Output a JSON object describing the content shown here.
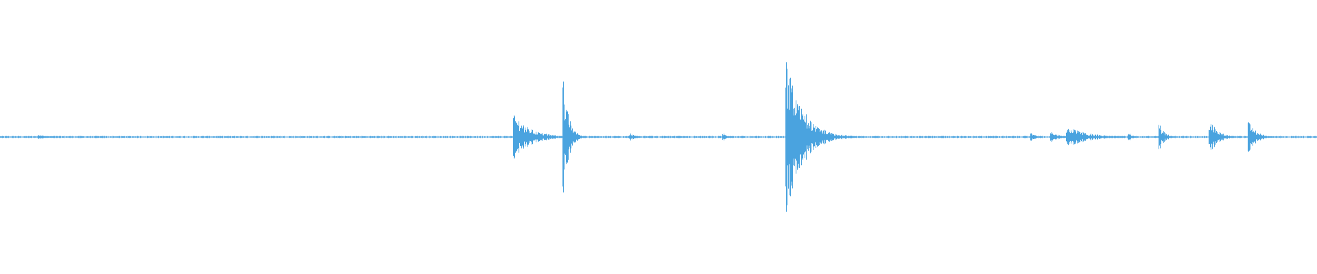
{
  "waveform": {
    "color": "#4aa3df",
    "baseline_amplitude": 0.006,
    "bursts": [
      {
        "t": 0.029,
        "peak": 0.02,
        "decay": 0.006
      },
      {
        "t": 0.39,
        "peak": 0.18,
        "decay": 0.012
      },
      {
        "t": 0.4275,
        "peak": 0.44,
        "decay": 0.004
      },
      {
        "t": 0.478,
        "peak": 0.03,
        "decay": 0.004
      },
      {
        "t": 0.549,
        "peak": 0.03,
        "decay": 0.003
      },
      {
        "t": 0.597,
        "peak": 0.58,
        "decay": 0.012
      },
      {
        "t": 0.783,
        "peak": 0.03,
        "decay": 0.004
      },
      {
        "t": 0.798,
        "peak": 0.06,
        "decay": 0.004
      },
      {
        "t": 0.81,
        "peak": 0.08,
        "decay": 0.016
      },
      {
        "t": 0.857,
        "peak": 0.03,
        "decay": 0.003
      },
      {
        "t": 0.88,
        "peak": 0.1,
        "decay": 0.004
      },
      {
        "t": 0.918,
        "peak": 0.14,
        "decay": 0.006
      },
      {
        "t": 0.948,
        "peak": 0.12,
        "decay": 0.006
      }
    ]
  }
}
